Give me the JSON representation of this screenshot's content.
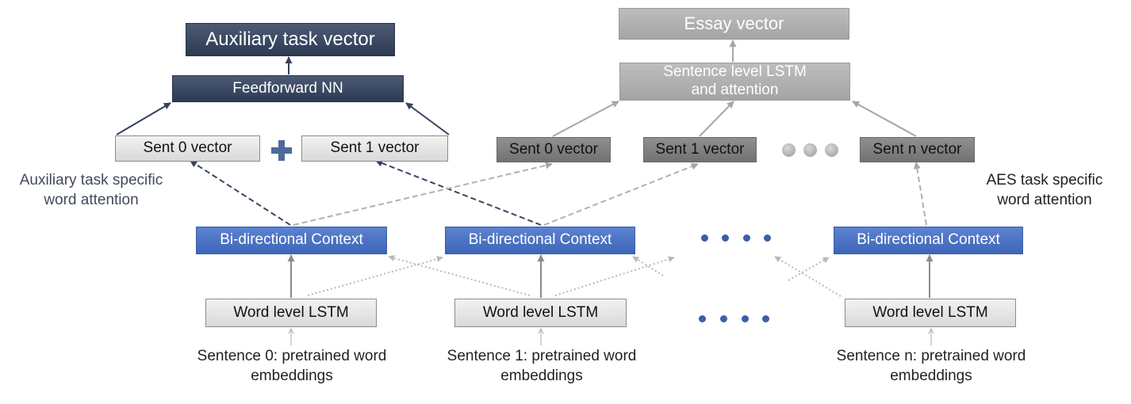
{
  "nodes": {
    "aux_vector": "Auxiliary task vector",
    "feedforward": "Feedforward NN",
    "aux_sent0": "Sent 0 vector",
    "aux_sent1": "Sent 1 vector",
    "essay_vector": "Essay vector",
    "sentence_lstm": "Sentence level LSTM and attention",
    "aes_sent0": "Sent 0 vector",
    "aes_sent1": "Sent 1 vector",
    "aes_sentn": "Sent n vector",
    "bi_context_0": "Bi-directional Context",
    "bi_context_1": "Bi-directional Context",
    "bi_context_n": "Bi-directional Context",
    "word_lstm_0": "Word level LSTM",
    "word_lstm_1": "Word level LSTM",
    "word_lstm_n": "Word level LSTM"
  },
  "labels": {
    "aux_attention": "Auxiliary task specific word attention",
    "aes_attention": "AES task specific word attention",
    "input_0": "Sentence 0: pretrained word embeddings",
    "input_1": "Sentence 1: pretrained word embeddings",
    "input_n": "Sentence n: pretrained word embeddings"
  },
  "colors": {
    "navy_box": "#34425c",
    "light_gray_box": "#e6e6e6",
    "mid_gray_box": "#b0b0b0",
    "dark_gray_box": "#808080",
    "blue_box": "#4a72c4",
    "plus_sign": "#4f6a9a"
  }
}
